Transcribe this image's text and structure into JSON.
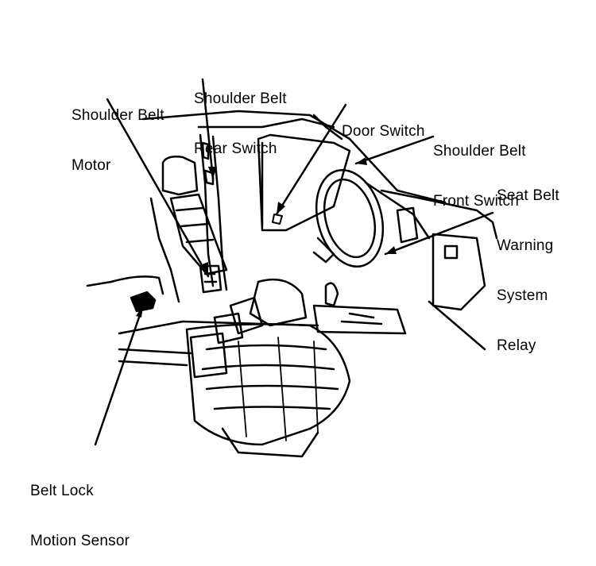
{
  "labels": {
    "shoulder_belt_motor": [
      "Shoulder Belt",
      "Motor"
    ],
    "shoulder_belt_rear_switch": [
      "Shoulder Belt",
      "Rear Switch"
    ],
    "door_switch": [
      "Door Switch"
    ],
    "shoulder_belt_front_switch": [
      "Shoulder Belt",
      "Front Switch"
    ],
    "seat_belt_warning_system_relay": [
      "Seat Belt",
      "Warning",
      "System",
      "Relay"
    ],
    "belt_lock_motion_sensor": [
      "Belt Lock",
      "Motion Sensor"
    ]
  },
  "colors": {
    "ink": "#000000",
    "paper": "#ffffff"
  }
}
